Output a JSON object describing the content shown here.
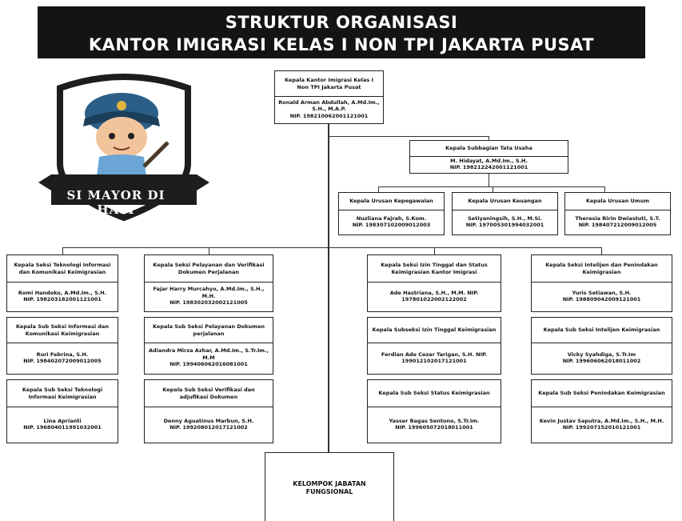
{
  "banner": {
    "line1": "STRUKTUR ORGANISASI",
    "line2": "KANTOR IMIGRASI KELAS I NON TPI JAKARTA PUSAT"
  },
  "logo": {
    "text": "SI MAYOR DI HATI"
  },
  "head": {
    "title": "Kepala Kantor Imigrasi Kelas I Non TPI Jakarta Pusat",
    "name": "Ronald Arman Abdullah, A.Md.Im., S.H., M.A.P.",
    "nip": "NIP. 198210062001121001"
  },
  "tata_usaha": {
    "title": "Kepala Subbagian Tata Usaha",
    "name": "M. Hidayat, A.Md.Im., S.H.",
    "nip": "NIP. 198212242001121001"
  },
  "urusan": [
    {
      "title": "Kepala Urusan Kepegawaian",
      "name": "Nuzliana Fajrah, S.Kom.",
      "nip": "NIP. 198307102009012003"
    },
    {
      "title": "Kepala Urusan Keuangan",
      "name": "Setiyaningsih, S.H., M.Si.",
      "nip": "NIP. 197005301994032001"
    },
    {
      "title": "Kepala Urusan Umum",
      "name": "Theresia Ririn Dwiastuti, S.T.",
      "nip": "NIP. 198407212009012005"
    }
  ],
  "seksi": [
    {
      "head": {
        "title": "Kepala Seksi Teknologi Informasi dan Komunikasi Keimigrasian",
        "name": "Romi Handoko, A.Md.Im., S.H.",
        "nip": "NIP. 198203182001121001"
      },
      "subs": [
        {
          "title": "Kepala Sub Seksi Informasi dan Komunikasi Keimigrasian",
          "name": "Ruri Febrina, S.H.",
          "nip": "NIP. 198402072009012005"
        },
        {
          "title": "Kepala Sub Seksi Teknologi Informasi Keimigrasian",
          "name": "Lina Aprianti",
          "nip": "NIP. 196804011991032001"
        }
      ]
    },
    {
      "head": {
        "title": "Kepala Seksi Pelayanan dan Verifikasi Dokumen Perjalanan",
        "name": "Fajar Harry Murcahyo, A.Md.Im., S.H., M.H.",
        "nip": "NIP. 198302032002121005"
      },
      "subs": [
        {
          "title": "Kepala Sub Seksi Pelayanan Dokumen perjalanan",
          "name": "Adiandra Mirza Azhar, A.Md.Im., S.Tr.Im., M.M",
          "nip": "NIP. 199406062016081001"
        },
        {
          "title": "Kepala Sub Seksi Verifikasi dan adjufikasi Dokumen",
          "name": "Denny Aguatinus Marbun, S.H.",
          "nip": "NIP. 199208012017121002"
        }
      ]
    },
    {
      "head": {
        "title": "Kepala Seksi Izin Tinggal dan Status Keimigrasian Kantor Imigrasi",
        "name": "Ade Hastriana, S.H., M.M. NIP.",
        "nip": "197801022002122002"
      },
      "subs": [
        {
          "title": "Kepala Subseksi Izin Tinggal Keimigrasian",
          "name": "Ferdian Ade Cezar Tarigan, S.H. NIP.",
          "nip": "199012102017121001"
        },
        {
          "title": "Kepala Sub Seksi Status Keimigrasian",
          "name": "Yasser Bagas Sentono, S.Tr.Im.",
          "nip": "NIP. 199605072018011001"
        }
      ]
    },
    {
      "head": {
        "title": "Kepala Seksi Intelijen dan Penindakan Keimigrasian",
        "name": "Yuris Setiawan, S.H.",
        "nip": "NIP. 198809042009121001"
      },
      "subs": [
        {
          "title": "Kepala Sub Seksi Intelijen Keimigrasian",
          "name": "Vicky Syahdiga, S.Tr.Im",
          "nip": "NIP. 199606062018011002"
        },
        {
          "title": "Kepala Sub Seksi Penindakan Keimigrasian",
          "name": "Kevin Justav Saputra, A.Md.Im., S.H., M.H.",
          "nip": "NIP. 199207152010121001"
        }
      ]
    }
  ],
  "fungsional": {
    "line1": "KELOMPOK JABATAN",
    "line2": "FUNGSIONAL"
  },
  "colors": {
    "banner_bg": "#141414",
    "mascot_cap": "#2b5f87",
    "mascot_shirt": "#6aa5d6",
    "logo_ribbon": "#1d1d1d"
  }
}
